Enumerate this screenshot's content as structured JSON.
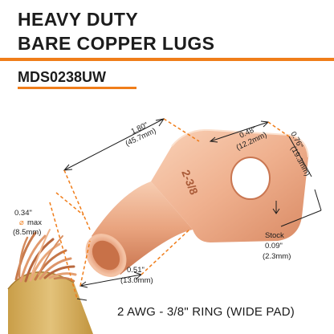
{
  "header": {
    "title_line1": "HEAVY DUTY",
    "title_line2": "BARE COPPER LUGS",
    "model": "MDS0238UW"
  },
  "dimensions": {
    "overall_length_in": "1.80\"",
    "overall_length_mm": "(45.7mm)",
    "pad_length_in": "0.48\"",
    "pad_length_mm": "(12.2mm)",
    "pad_width_in": "0.76\"",
    "pad_width_mm": "(19.3mm)",
    "barrel_diameter_in": "0.34\"",
    "barrel_diameter_note": "max",
    "barrel_diameter_mm": "(8.5mm)",
    "barrel_length_in": "0.51\"",
    "barrel_length_mm": "(13.0mm)",
    "stock_label": "Stock",
    "stock_in": "0.09\"",
    "stock_mm": "(2.3mm)"
  },
  "stamp": "2-3/8",
  "footer": {
    "caption": "2 AWG - 3/8\" RING (WIDE PAD)"
  },
  "colors": {
    "accent": "#f07d1a",
    "copper_light": "#f6c4a6",
    "copper_mid": "#e8a07c",
    "copper_dark": "#c46a45",
    "insulation": "#d8b466",
    "text": "#1c1c1c"
  },
  "icons": {
    "diameter": "diameter-icon",
    "arrow": "arrow-icon"
  }
}
